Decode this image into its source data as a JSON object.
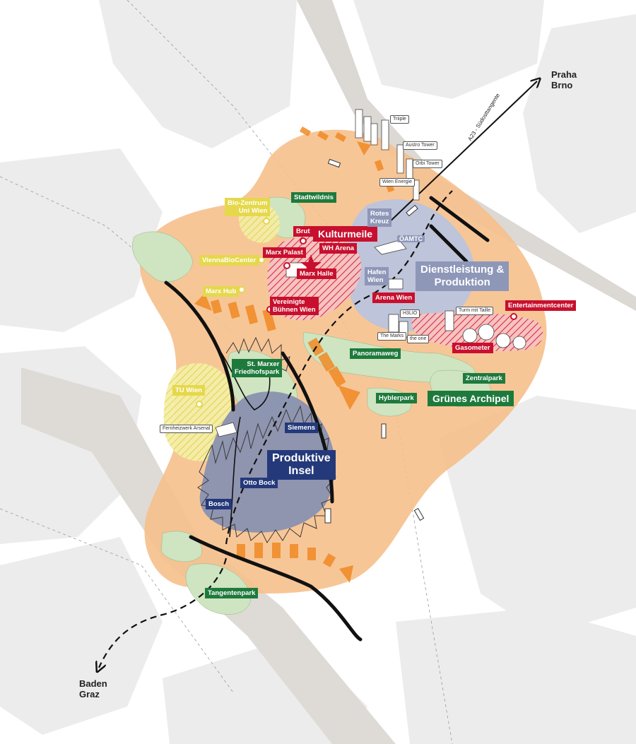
{
  "destinations": {
    "northeast": [
      "Praha",
      "Brno"
    ],
    "southwest": [
      "Baden",
      "Graz"
    ]
  },
  "road_label": "A23 - Südosttangente",
  "zones": {
    "kulturmeile": "Kulturmeile",
    "dienstleistung": [
      "Dienstleistung &",
      "Produktion"
    ],
    "produktive_insel": [
      "Produktive",
      "Insel"
    ],
    "gruenes_archipel": "Grünes Archipel"
  },
  "green_labels": {
    "stadtwildnis": "Stadtwildnis",
    "st_marxer": [
      "St. Marxer",
      "Friedhofspark"
    ],
    "panoramaweg": "Panoramaweg",
    "zentralpark": "Zentralpark",
    "hyblerpark": "Hyblerpark",
    "tangentenpark": "Tangentenpark"
  },
  "red_labels": {
    "brut": "Brut",
    "marx_palast": "Marx Palast",
    "wh_arena": "WH Arena",
    "marx_halle": "Marx Halle",
    "vereinigte": [
      "Vereinigte",
      "Bühnen Wien"
    ],
    "arena_wien": "Arena Wien",
    "entertainmentcenter": "Entertainmentcenter",
    "gasometer": "Gasometer"
  },
  "yellow_labels": {
    "bio_zentrum": [
      "Bio-Zentrum",
      "Uni Wien"
    ],
    "vienna_bio": "ViennaBioCenter",
    "marx_hub": "Marx Hub",
    "tu_wien": "TU Wien"
  },
  "navy_labels": {
    "siemens": "Siemens",
    "otto_bock": "Otto Bock",
    "bosch": "Bosch"
  },
  "lavender_labels": {
    "rotes_kreuz": [
      "Rotes",
      "Kreuz"
    ],
    "hafen_wien": [
      "Hafen",
      "Wien"
    ]
  },
  "building_labels": {
    "triiple": "Triiple",
    "austro_tower": "Austro Tower",
    "orbi_tower": "Orbi Tower",
    "wien_energie": "Wien Energie",
    "oeamtc": "ÖAMTC",
    "h3lio": "H3LIO",
    "turm_mit_taille": "Turm mit Taille",
    "the_marks": "The Marks",
    "the_one": "the one",
    "fernheizwerk": "Fernheizwerk Arsenal"
  },
  "colors": {
    "zone_orange": "#f6c08c",
    "arrow_orange": "#f08a24",
    "green_space": "#cfe4c0",
    "green_label": "#1e7a3c",
    "culture_red": "#c8102e",
    "production_navy": "#24397a",
    "insel_fill": "#8991b0",
    "service_blue": "#b7c3e0",
    "research_yellow": "#e5d84a",
    "lavender_label": "#8e97b8",
    "city_block": "#ececec",
    "rail": "#d0cdc8"
  }
}
